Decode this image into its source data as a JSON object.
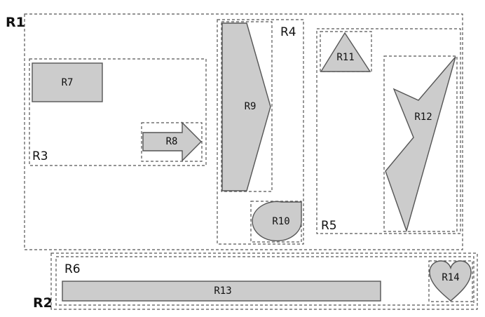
{
  "colors": {
    "shape_fill": "#cccccc",
    "outline": "#555555",
    "text": "#111111"
  },
  "regions": {
    "r1": "R1",
    "r2": "R2",
    "r3": "R3",
    "r4": "R4",
    "r5": "R5",
    "r6": "R6"
  },
  "shapes": {
    "r7": "R7",
    "r8": "R8",
    "r9": "R9",
    "r10": "R10",
    "r11": "R11",
    "r12": "R12",
    "r13": "R13",
    "r14": "R14"
  }
}
